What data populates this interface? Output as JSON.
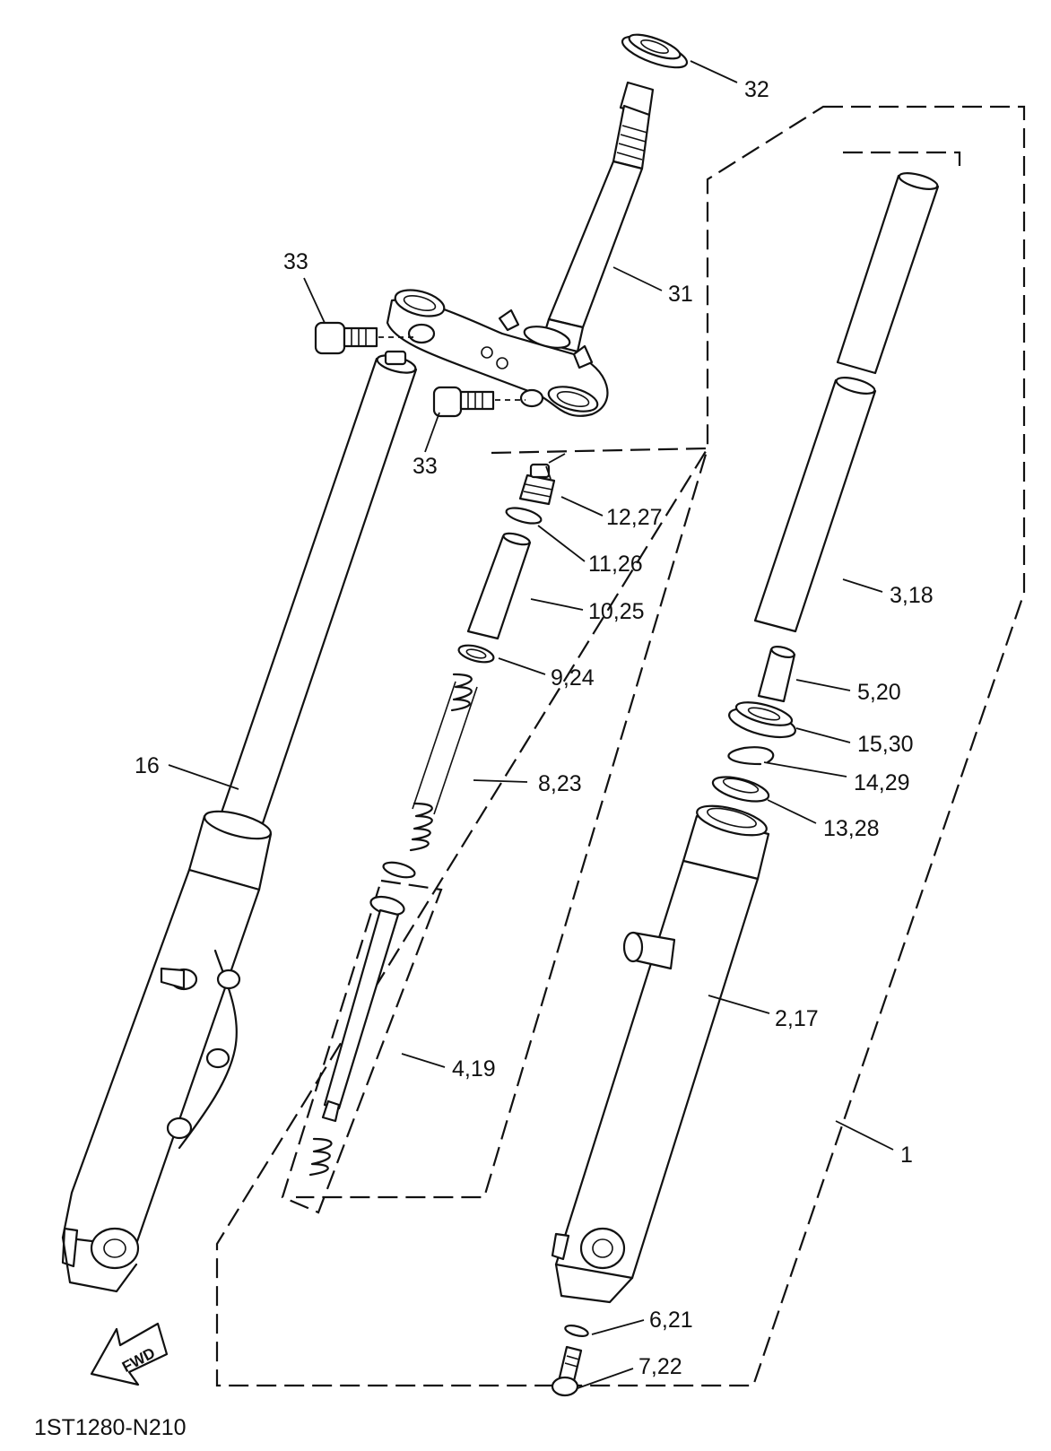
{
  "diagram": {
    "code": "1ST1280-N210",
    "fwd_label": "FWD",
    "callouts": {
      "c32": "32",
      "c31": "31",
      "c33a": "33",
      "c33b": "33",
      "c12_27": "12,27",
      "c11_26": "11,26",
      "c10_25": "10,25",
      "c9_24": "9,24",
      "c8_23": "8,23",
      "c4_19": "4,19",
      "c16": "16",
      "c3_18": "3,18",
      "c5_20": "5,20",
      "c15_30": "15,30",
      "c14_29": "14,29",
      "c13_28": "13,28",
      "c2_17": "2,17",
      "c1": "1",
      "c6_21": "6,21",
      "c7_22": "7,22"
    }
  }
}
